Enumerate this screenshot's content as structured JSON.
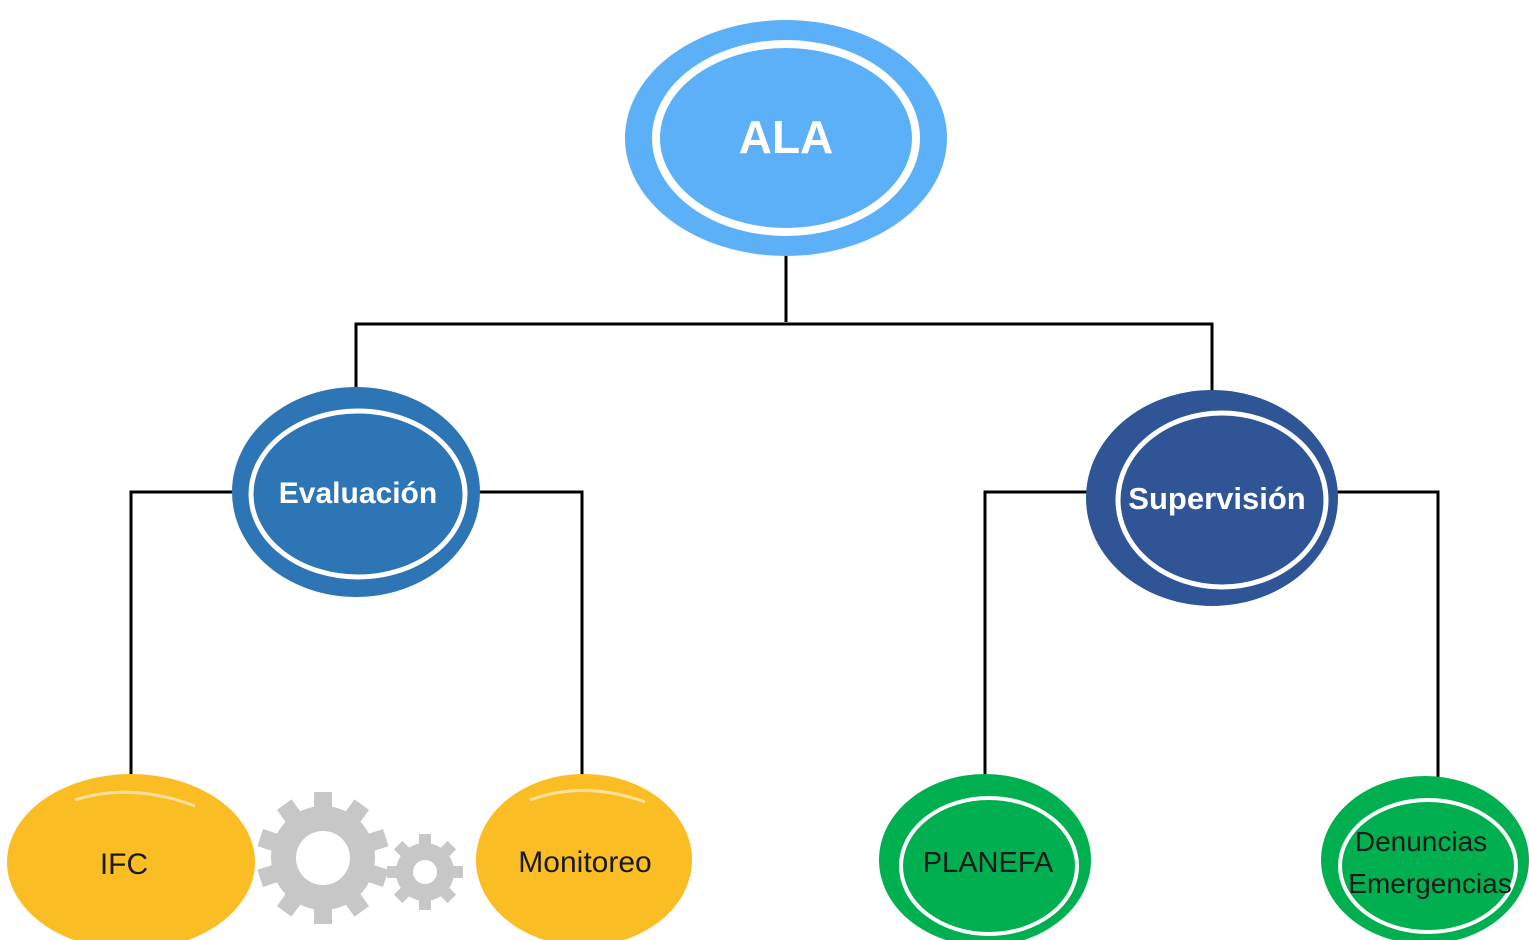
{
  "diagram": {
    "root": {
      "label": "ALA",
      "color": "#5BB0F8"
    },
    "branches": {
      "evaluacion": {
        "label": "Evaluación",
        "color": "#2E75B6"
      },
      "supervision": {
        "label": "Supervisión",
        "color": "#2F5597"
      }
    },
    "leaves": {
      "ifc": {
        "label": "IFC",
        "color": "#FBBD24"
      },
      "monitoreo": {
        "label": "Monitoreo",
        "color": "#FBBD24"
      },
      "planefa": {
        "label": "PLANEFA",
        "color": "#00B050"
      },
      "denuncias": {
        "line1": "Denuncias",
        "line2": "Emergencias",
        "color": "#00B050"
      }
    },
    "decoration": {
      "icon": "gears-icon",
      "color": "#C7C7C7"
    }
  }
}
